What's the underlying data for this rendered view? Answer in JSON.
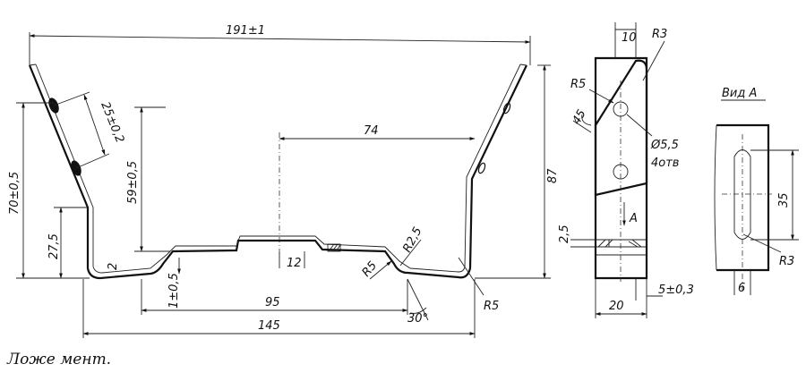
{
  "dims": {
    "overall_width": "191±1",
    "d74": "74",
    "d87": "87",
    "d70": "70±0,5",
    "d59": "59±0,5",
    "d27": "27,5",
    "d25": "25±0,2",
    "d12": "12",
    "r25": "R2,5",
    "r5_bottom": "R5",
    "r5_right": "R5",
    "d1": "1±0,5",
    "d95": "95",
    "d145": "145",
    "a30": "30°",
    "d2": "2"
  },
  "side": {
    "d10": "10",
    "r3": "R3",
    "r5": "R5",
    "a45": "45",
    "hole_dia": "Ø5,5",
    "hole_count": "4отв",
    "arrow_a": "A",
    "d25": "2,5",
    "d20": "20",
    "d5": "5±0,3"
  },
  "view": {
    "title": "Вид А",
    "d35": "35",
    "r3": "R3",
    "d6": "6"
  },
  "caption": "Ложе мент."
}
